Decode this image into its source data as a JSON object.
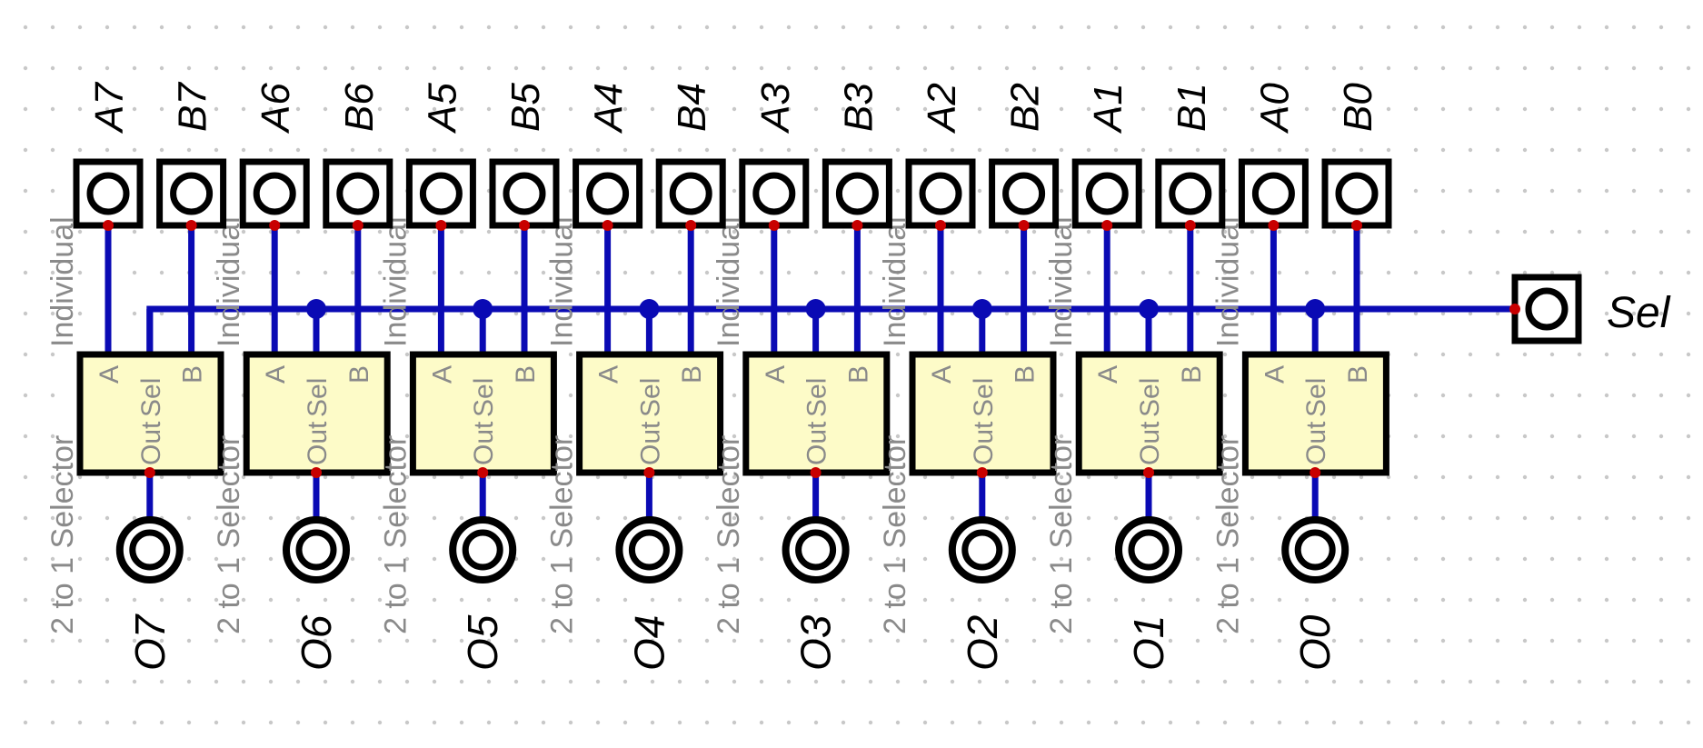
{
  "colors": {
    "wire": "#0a0ab4",
    "pin": "#c80000",
    "chip_fill": "#fdfbc8",
    "outline": "#000000",
    "grid_dot": "#c8c8c8",
    "chip_label": "#8a8a8a"
  },
  "select_input": {
    "label": "Sel",
    "icon": "input-pin-icon"
  },
  "input_pins": [
    {
      "label": "A7"
    },
    {
      "label": "B7"
    },
    {
      "label": "A6"
    },
    {
      "label": "B6"
    },
    {
      "label": "A5"
    },
    {
      "label": "B5"
    },
    {
      "label": "A4"
    },
    {
      "label": "B4"
    },
    {
      "label": "A3"
    },
    {
      "label": "B3"
    },
    {
      "label": "A2"
    },
    {
      "label": "B2"
    },
    {
      "label": "A1"
    },
    {
      "label": "B1"
    },
    {
      "label": "A0"
    },
    {
      "label": "B0"
    }
  ],
  "selectors": [
    {
      "name_line1": "2 to 1 Selector",
      "name_line2": "Individual",
      "port_a": "A",
      "port_sel": "Sel",
      "port_b": "B",
      "port_out": "Out"
    },
    {
      "name_line1": "2 to 1 Selector",
      "name_line2": "Individual",
      "port_a": "A",
      "port_sel": "Sel",
      "port_b": "B",
      "port_out": "Out"
    },
    {
      "name_line1": "2 to 1 Selector",
      "name_line2": "Individual",
      "port_a": "A",
      "port_sel": "Sel",
      "port_b": "B",
      "port_out": "Out"
    },
    {
      "name_line1": "2 to 1 Selector",
      "name_line2": "Individual",
      "port_a": "A",
      "port_sel": "Sel",
      "port_b": "B",
      "port_out": "Out"
    },
    {
      "name_line1": "2 to 1 Selector",
      "name_line2": "Individual",
      "port_a": "A",
      "port_sel": "Sel",
      "port_b": "B",
      "port_out": "Out"
    },
    {
      "name_line1": "2 to 1 Selector",
      "name_line2": "Individual",
      "port_a": "A",
      "port_sel": "Sel",
      "port_b": "B",
      "port_out": "Out"
    },
    {
      "name_line1": "2 to 1 Selector",
      "name_line2": "Individual",
      "port_a": "A",
      "port_sel": "Sel",
      "port_b": "B",
      "port_out": "Out"
    },
    {
      "name_line1": "2 to 1 Selector",
      "name_line2": "Individual",
      "port_a": "A",
      "port_sel": "Sel",
      "port_b": "B",
      "port_out": "Out"
    }
  ],
  "output_pins": [
    {
      "label": "O7"
    },
    {
      "label": "O6"
    },
    {
      "label": "O5"
    },
    {
      "label": "O4"
    },
    {
      "label": "O3"
    },
    {
      "label": "O2"
    },
    {
      "label": "O1"
    },
    {
      "label": "O0"
    }
  ]
}
